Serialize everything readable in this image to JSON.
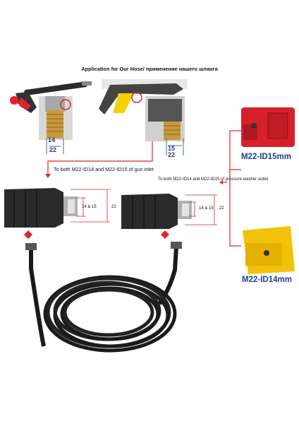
{
  "title": "Application for Our Hose/ применение нашего шланга",
  "gun_inlet_note": "To both M22-ID14 and M22-ID15 of gun inlet",
  "outlet_note": "To both M22-ID14 and M22-ID15 of pressure washer outlet",
  "labels": {
    "washer_red": "M22-ID15mm",
    "washer_yellow": "M22-ID14mm"
  },
  "gun_fitting_1": {
    "inner": "14",
    "outer": "22"
  },
  "gun_fitting_2": {
    "inner": "15",
    "outer": "22"
  },
  "coupler_left": {
    "inner": "14 & 15",
    "outer": "22"
  },
  "coupler_right": {
    "inner": "14 & 15",
    "outer": "22"
  },
  "colors": {
    "accent_red": "#e0242c",
    "label_blue": "#1e3f8a",
    "hose_black": "#1a1a1a",
    "brass": "#c89a3c",
    "washer_red": "#d8202a",
    "washer_yellow": "#f2c10a"
  }
}
